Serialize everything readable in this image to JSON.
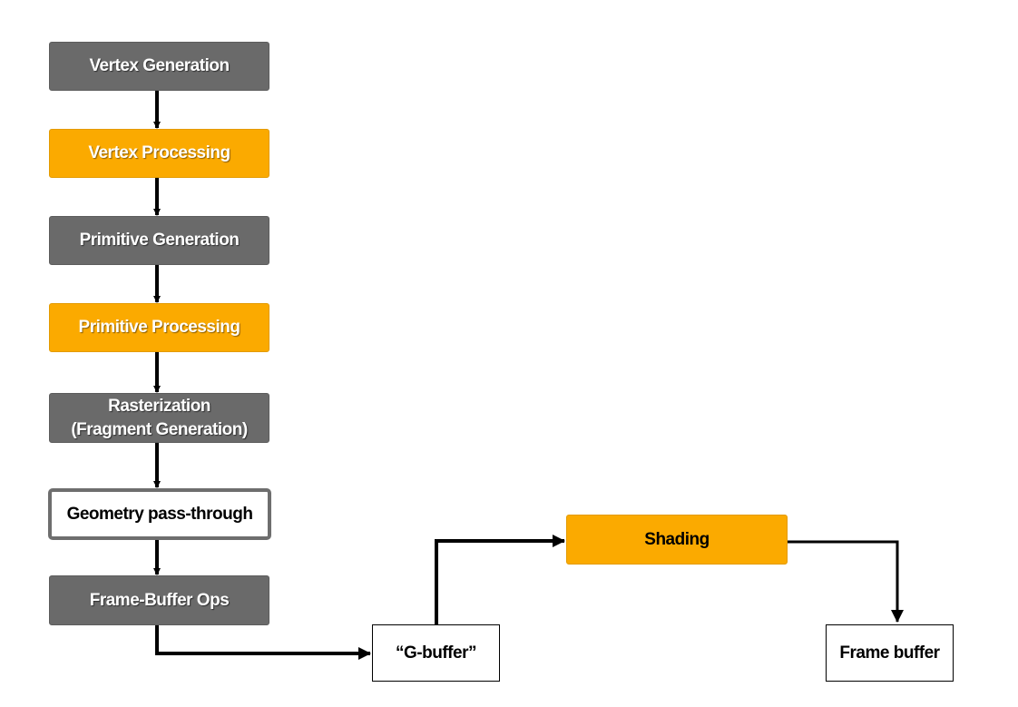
{
  "pipeline": {
    "stages": [
      {
        "label": "Vertex Generation",
        "style": "gray"
      },
      {
        "label": "Vertex Processing",
        "style": "orange"
      },
      {
        "label": "Primitive Generation",
        "style": "gray"
      },
      {
        "label": "Primitive Processing",
        "style": "orange"
      },
      {
        "label": "Rasterization\n(Fragment Generation)",
        "style": "gray"
      },
      {
        "label": "Geometry pass-through",
        "style": "outlined"
      },
      {
        "label": "Frame-Buffer Ops",
        "style": "gray"
      }
    ]
  },
  "deferred": {
    "gbuffer_label": "“G-buffer”",
    "shading_label": "Shading",
    "framebuffer_label": "Frame buffer"
  },
  "colors": {
    "stage_gray": "#6a6a6a",
    "stage_orange": "#fbaa00",
    "arrow": "#000000"
  }
}
